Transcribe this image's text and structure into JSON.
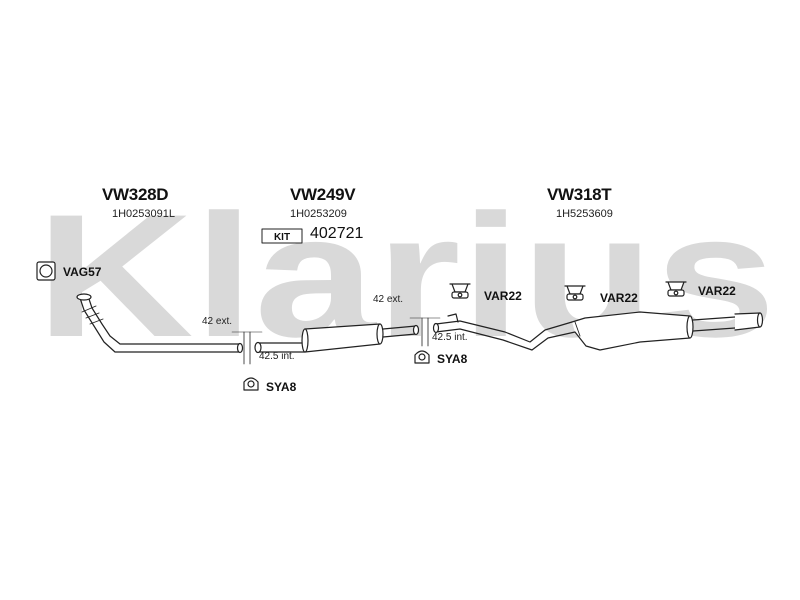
{
  "watermark": {
    "text": "Klarius",
    "color": "#d9d9d9"
  },
  "sections": [
    {
      "code": "VW328D",
      "part_number": "1H0253091L"
    },
    {
      "code": "VW249V",
      "part_number": "1H0253209"
    },
    {
      "code": "VW318T",
      "part_number": "1H5253609"
    }
  ],
  "kit": {
    "badge": "KIT",
    "number": "402721"
  },
  "fittings": {
    "gasket": "VAG57",
    "clamp_1": "SYA8",
    "clamp_2": "SYA8",
    "mount_1": "VAR22",
    "mount_2": "VAR22",
    "mount_3": "VAR22"
  },
  "dimensions": {
    "joint_1_ext": "42 ext.",
    "joint_1_int": "42.5 int.",
    "joint_2_ext": "42 ext.",
    "joint_2_int": "42.5 int."
  },
  "colors": {
    "line": "#222222",
    "fill": "#ffffff",
    "watermark": "#d9d9d9"
  }
}
